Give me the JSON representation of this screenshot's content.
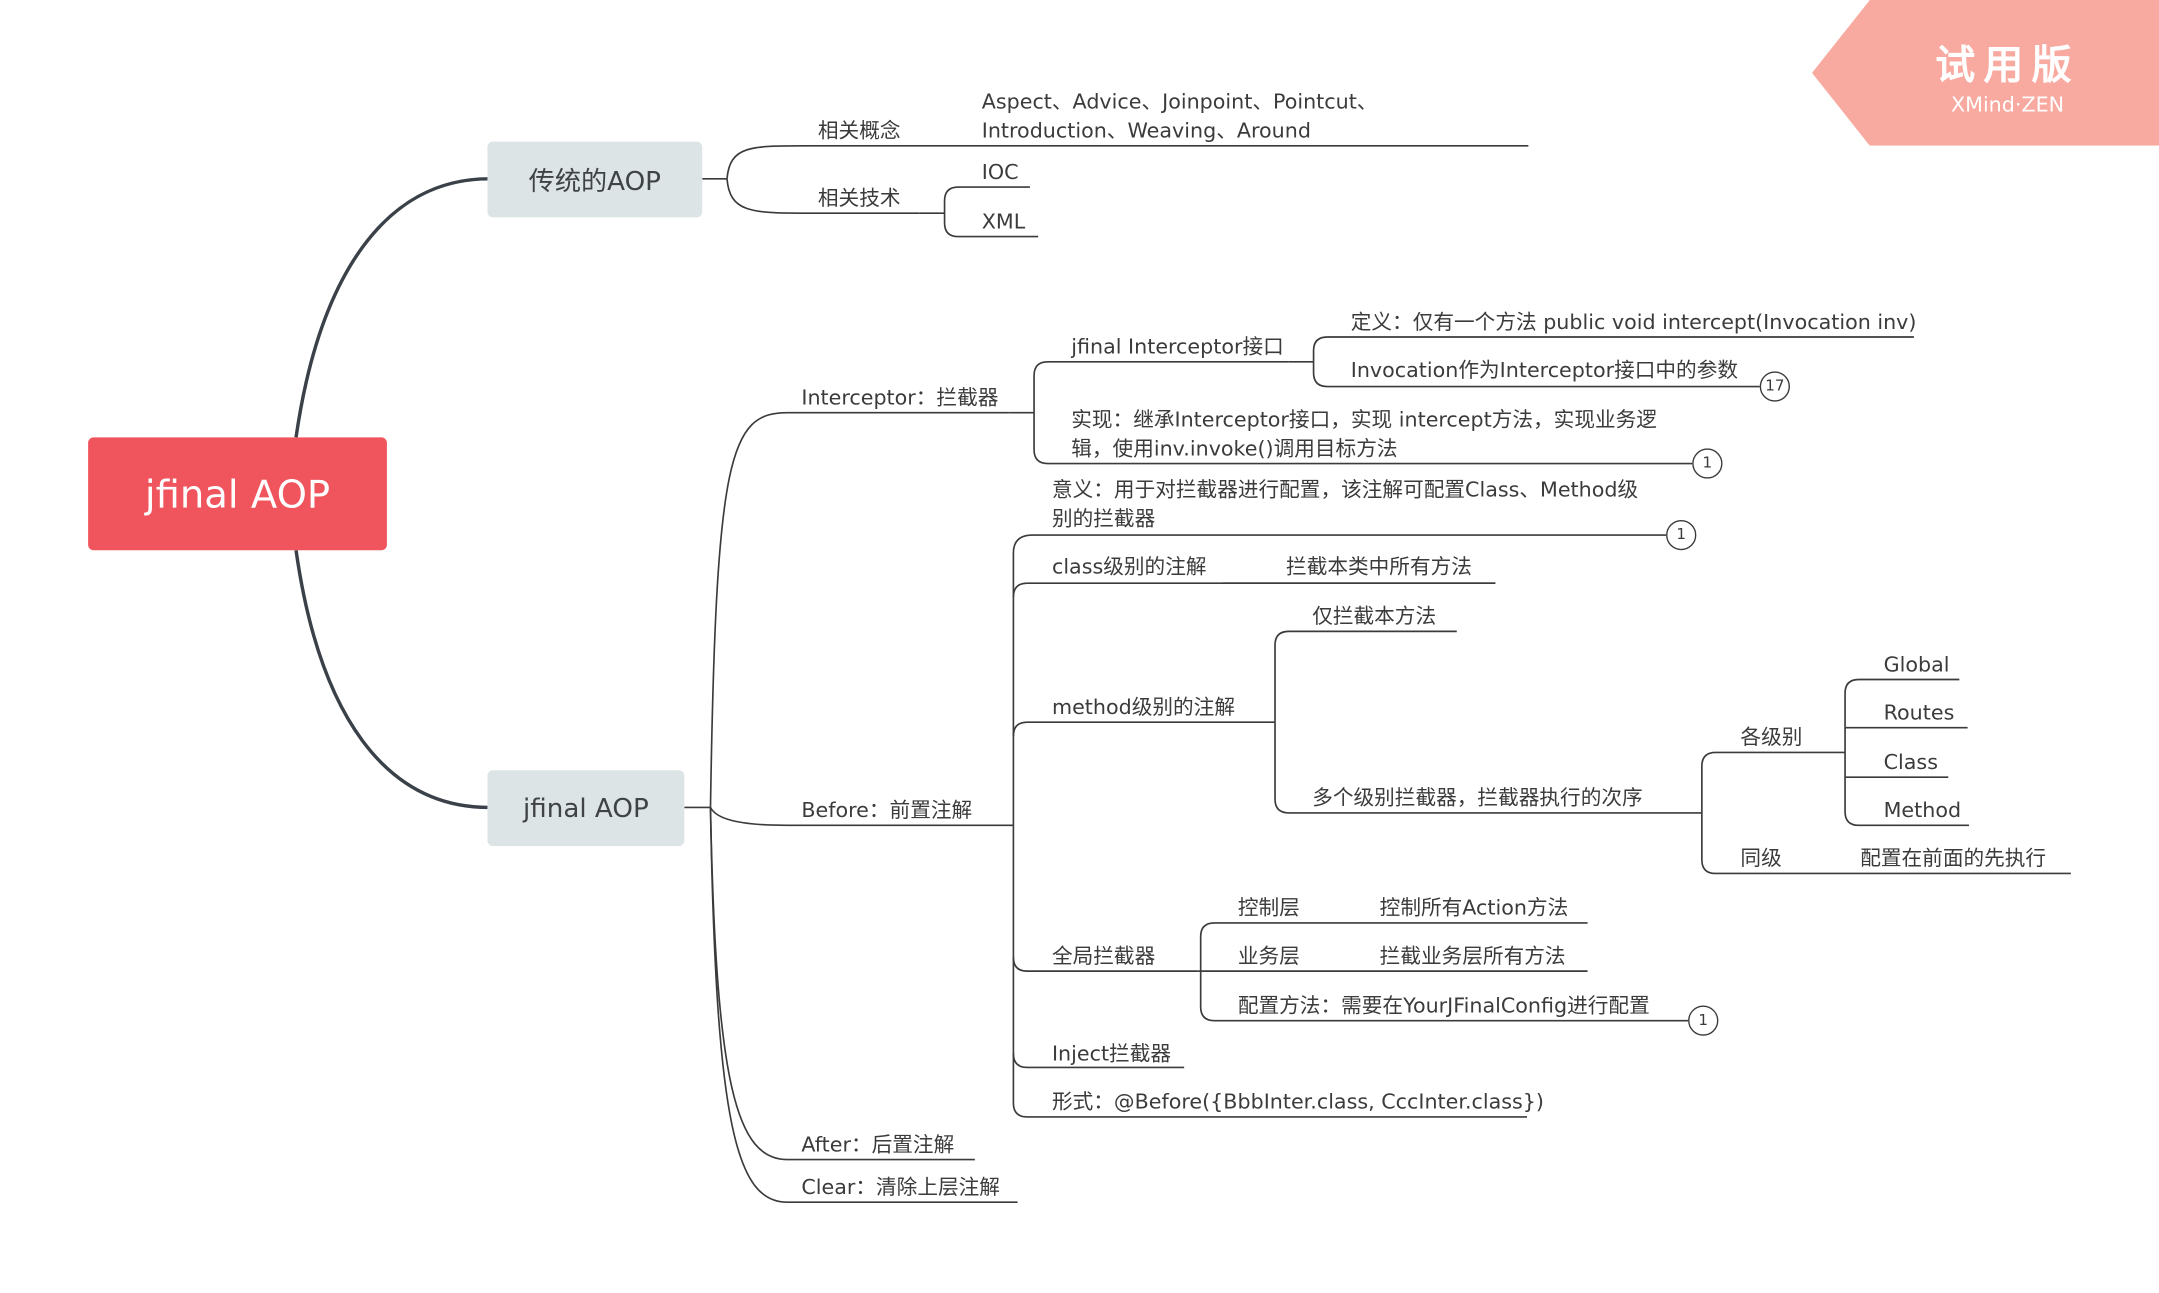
{
  "watermark": {
    "title": "试用版",
    "subtitle": "XMind·ZEN"
  },
  "root": {
    "label": "jfinal AOP"
  },
  "traditional": {
    "label": "传统的AOP",
    "concepts": {
      "label": "相关概念",
      "value": "Aspect、Advice、Joinpoint、Pointcut、Introduction、Weaving、Around"
    },
    "tech": {
      "label": "相关技术",
      "items": [
        "IOC",
        "XML"
      ]
    }
  },
  "jfinal": {
    "label": "jfinal AOP",
    "interceptor": {
      "label": "Interceptor：拦截器",
      "iface": {
        "label": "jfinal Interceptor接口",
        "definition": "定义：仅有一个方法 public void intercept(Invocation inv)",
        "invocation": "Invocation作为Interceptor接口中的参数",
        "invocation_badge": "17"
      },
      "impl": "实现：继承Interceptor接口，实现 intercept方法，实现业务逻辑，使用inv.invoke()调用目标方法",
      "impl_badge": "1"
    },
    "before": {
      "label": "Before：前置注解",
      "meaning": "意义：用于对拦截器进行配置，该注解可配置Class、Method级别的拦截器",
      "meaning_badge": "1",
      "class_level": {
        "label": "class级别的注解",
        "value": "拦截本类中所有方法"
      },
      "method_level": {
        "label": "method级别的注解",
        "only": "仅拦截本方法",
        "order": {
          "label": "多个级别拦截器，拦截器执行的次序",
          "levels": {
            "label": "各级别",
            "items": [
              "Global",
              "Routes",
              "Class",
              "Method"
            ]
          },
          "same": {
            "label": "同级",
            "value": "配置在前面的先执行"
          }
        }
      },
      "global": {
        "label": "全局拦截器",
        "controller": {
          "label": "控制层",
          "value": "控制所有Action方法"
        },
        "service": {
          "label": "业务层",
          "value": "拦截业务层所有方法"
        },
        "config": "配置方法：需要在YourJFinalConfig进行配置",
        "config_badge": "1"
      },
      "inject": "Inject拦截器",
      "form": "形式：@Before({BbbInter.class, CccInter.class})"
    },
    "after": "After：后置注解",
    "clear": "Clear：清除上层注解"
  },
  "colors": {
    "root": "#f0545c",
    "main": "#dde4e6",
    "line": "#3b3b3b",
    "watermark": "#f9aaa0"
  }
}
